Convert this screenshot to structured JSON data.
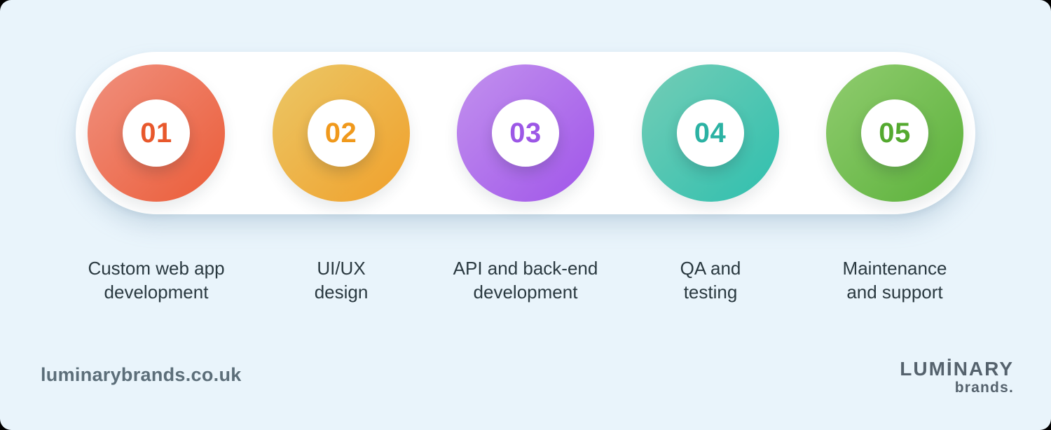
{
  "canvas": {
    "background_color": "#E9F4FB",
    "outer_background_color": "#000000",
    "pill_color": "#FFFFFF"
  },
  "steps": [
    {
      "number": "01",
      "lines": [
        "Custom web app",
        "development"
      ],
      "gradient_start": "#F0907E",
      "gradient_end": "#EB5C38",
      "number_color": "#E8582C"
    },
    {
      "number": "02",
      "lines": [
        "UI/UX",
        "design"
      ],
      "gradient_start": "#EBC766",
      "gradient_end": "#F0A02B",
      "number_color": "#F0991C"
    },
    {
      "number": "03",
      "lines": [
        "API and back-end",
        "development"
      ],
      "gradient_start": "#C291EE",
      "gradient_end": "#A055E9",
      "number_color": "#9C57E6"
    },
    {
      "number": "04",
      "lines": [
        "QA and",
        "testing"
      ],
      "gradient_start": "#74CDB6",
      "gradient_end": "#2FBFAE",
      "number_color": "#2BB2A3"
    },
    {
      "number": "05",
      "lines": [
        "Maintenance",
        "and support"
      ],
      "gradient_start": "#90CC6F",
      "gradient_end": "#5BB13A",
      "number_color": "#54A92F"
    }
  ],
  "label_text_color": "#2A3940",
  "footer": {
    "website": "luminarybrands.co.uk",
    "logo_line1": "LUMİNARY",
    "logo_line2": "brands.",
    "text_color": "#5C6E79"
  }
}
